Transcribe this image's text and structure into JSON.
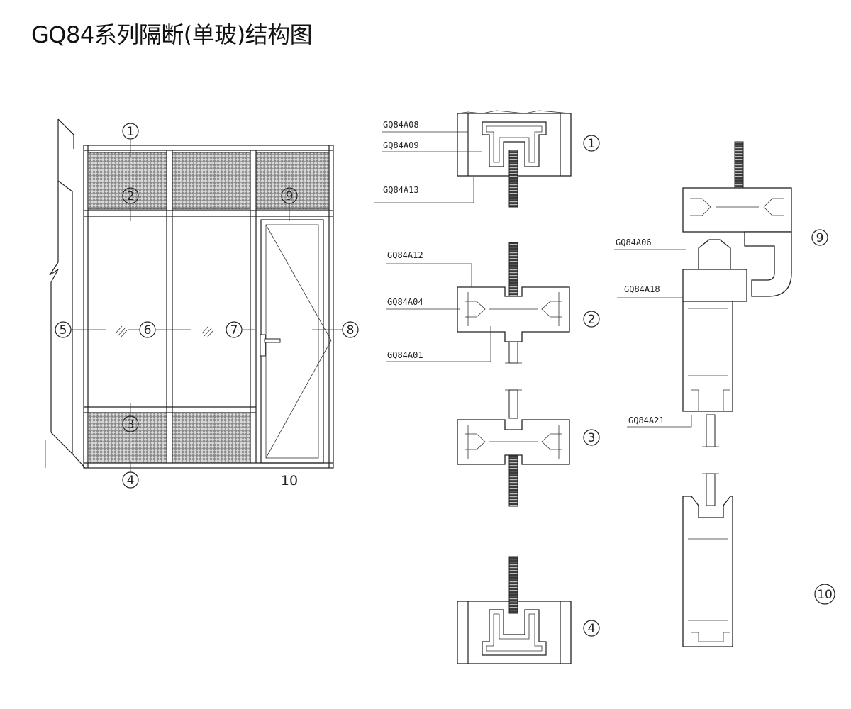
{
  "title": "GQ84系列隔断(单玻)结构图",
  "elevation": {
    "markers": [
      "1",
      "2",
      "3",
      "4",
      "5",
      "6",
      "7",
      "8",
      "9",
      "10"
    ]
  },
  "sections": {
    "s1": {
      "marker": "1",
      "parts": [
        "GQ84A08",
        "GQ84A09",
        "GQ84A13"
      ]
    },
    "s2": {
      "marker": "2",
      "parts": [
        "GQ84A12",
        "GQ84A04",
        "GQ84A01"
      ]
    },
    "s3": {
      "marker": "3"
    },
    "s4": {
      "marker": "4"
    },
    "s9": {
      "marker": "9",
      "parts": [
        "GQ84A06",
        "GQ84A18",
        "GQ84A21"
      ]
    },
    "s10": {
      "marker": "10"
    }
  },
  "colors": {
    "line": "#222222",
    "background": "#ffffff",
    "panel_fill": "#c8c8c8"
  }
}
